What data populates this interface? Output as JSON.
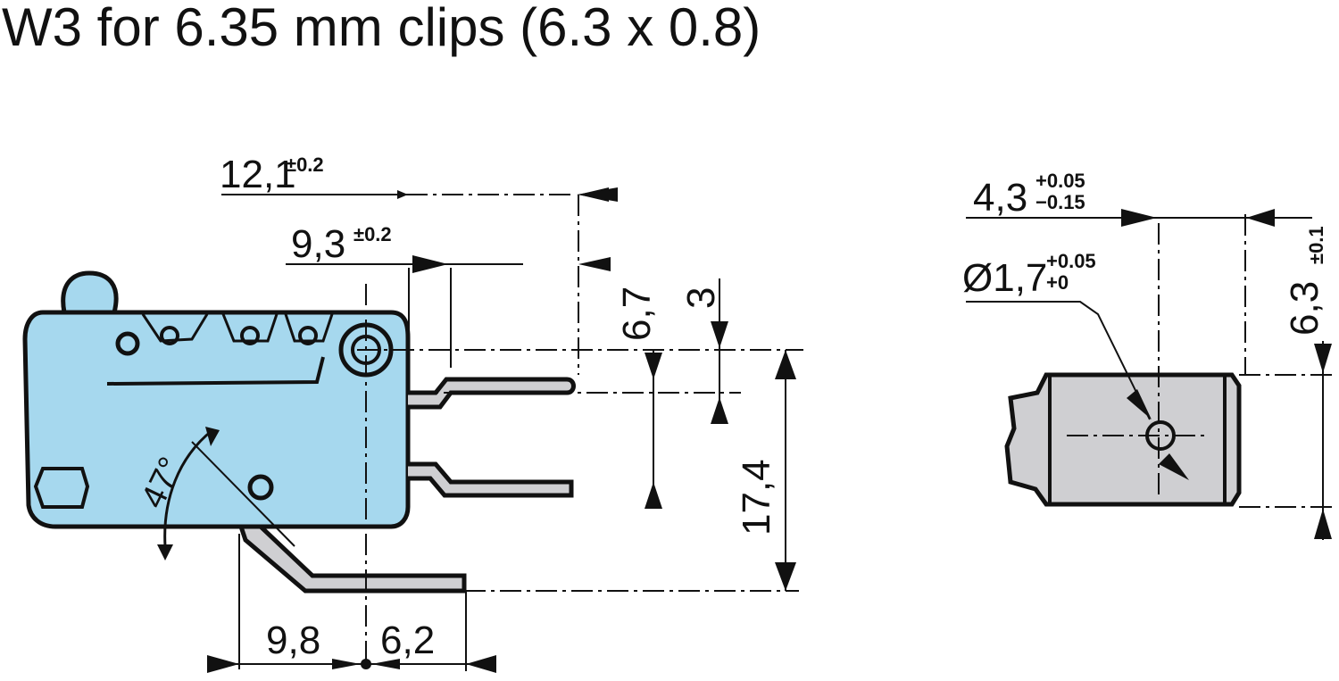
{
  "title": "W3 for 6.35 mm clips (6.3 x 0.8)",
  "colors": {
    "switch_body": "#a6d8ee",
    "terminal_section": "#cfcfd2",
    "ink": "#111111"
  },
  "side_view": {
    "dims": {
      "width_outer": {
        "value": "12,1",
        "tol": "±0.2"
      },
      "width_inner": {
        "value": "9,3",
        "tol": "±0.2"
      },
      "height_6_7": "6,7",
      "height_3": "3",
      "height_17_4": "17,4",
      "bottom_left": "9,8",
      "bottom_right": "6,2",
      "angle": "47°"
    }
  },
  "end_view": {
    "dims": {
      "width": {
        "value": "4,3",
        "tol_plus": "+0.05",
        "tol_minus": "−0.15"
      },
      "hole": {
        "value": "Ø1,7",
        "tol_plus": "+0.05",
        "tol_minus": "+0"
      },
      "height": {
        "value": "6,3",
        "tol": "±0.1"
      }
    }
  }
}
